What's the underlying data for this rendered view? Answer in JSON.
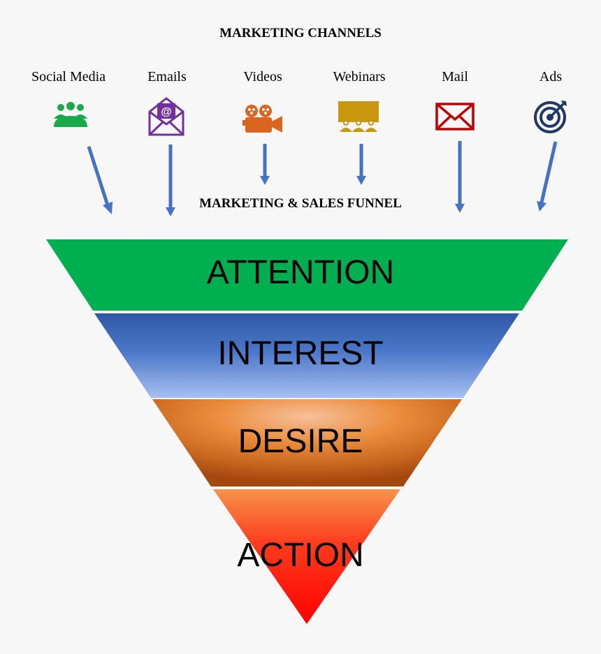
{
  "title": "MARKETING CHANNELS",
  "subtitle": "MARKETING & SALES FUNNEL",
  "channels": [
    {
      "label": "Social Media",
      "icon": "people-group-icon",
      "color": "#1aaa4a"
    },
    {
      "label": "Emails",
      "icon": "email-at-icon",
      "color": "#7030a0"
    },
    {
      "label": "Videos",
      "icon": "video-camera-icon",
      "color": "#d9651f"
    },
    {
      "label": "Webinars",
      "icon": "presentation-audience-icon",
      "color": "#c9960f"
    },
    {
      "label": "Mail",
      "icon": "envelope-icon",
      "color": "#c00000"
    },
    {
      "label": "Ads",
      "icon": "target-icon",
      "color": "#1f3864"
    }
  ],
  "funnel": [
    {
      "label": "ATTENTION",
      "color": "#00b050"
    },
    {
      "label": "INTEREST",
      "color": "#3a66b8"
    },
    {
      "label": "DESIRE",
      "color": "#e07b2e"
    },
    {
      "label": "ACTION",
      "color": "#ff0000"
    }
  ],
  "arrow_color": "#4472c4"
}
